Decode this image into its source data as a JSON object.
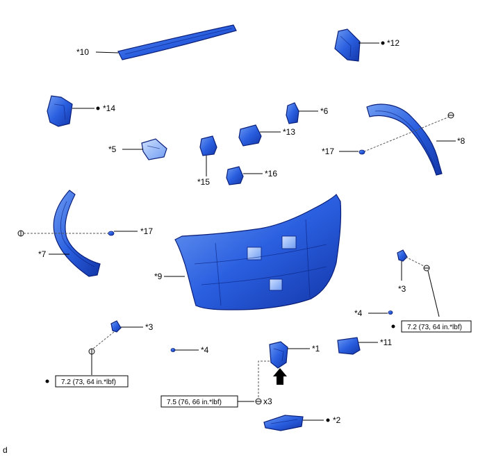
{
  "parts": [
    {
      "id": "p1",
      "label": "*1"
    },
    {
      "id": "p2",
      "label": "*2"
    },
    {
      "id": "p3a",
      "label": "*3"
    },
    {
      "id": "p3b",
      "label": "*3"
    },
    {
      "id": "p4a",
      "label": "*4"
    },
    {
      "id": "p4b",
      "label": "*4"
    },
    {
      "id": "p5",
      "label": "*5"
    },
    {
      "id": "p6",
      "label": "*6"
    },
    {
      "id": "p7",
      "label": "*7"
    },
    {
      "id": "p8",
      "label": "*8"
    },
    {
      "id": "p9",
      "label": "*9"
    },
    {
      "id": "p10",
      "label": "*10"
    },
    {
      "id": "p11",
      "label": "*11"
    },
    {
      "id": "p12",
      "label": "*12"
    },
    {
      "id": "p13",
      "label": "*13"
    },
    {
      "id": "p14",
      "label": "*14"
    },
    {
      "id": "p15",
      "label": "*15"
    },
    {
      "id": "p16",
      "label": "*16"
    },
    {
      "id": "p17a",
      "label": "*17"
    },
    {
      "id": "p17b",
      "label": "*17"
    }
  ],
  "torque_specs": [
    {
      "id": "t_right",
      "text": "7.2 (73, 64 in.*lbf)"
    },
    {
      "id": "t_left",
      "text": "7.2 (73, 64 in.*lbf)"
    },
    {
      "id": "t_mid",
      "text": "7.5 (76, 66 in.*lbf)"
    }
  ],
  "quantity": "x3",
  "corner_mark": "d",
  "colors": {
    "part_fill": "#2a5fe0",
    "part_light": "#7fa8f0",
    "part_dark": "#0a1f7a"
  }
}
